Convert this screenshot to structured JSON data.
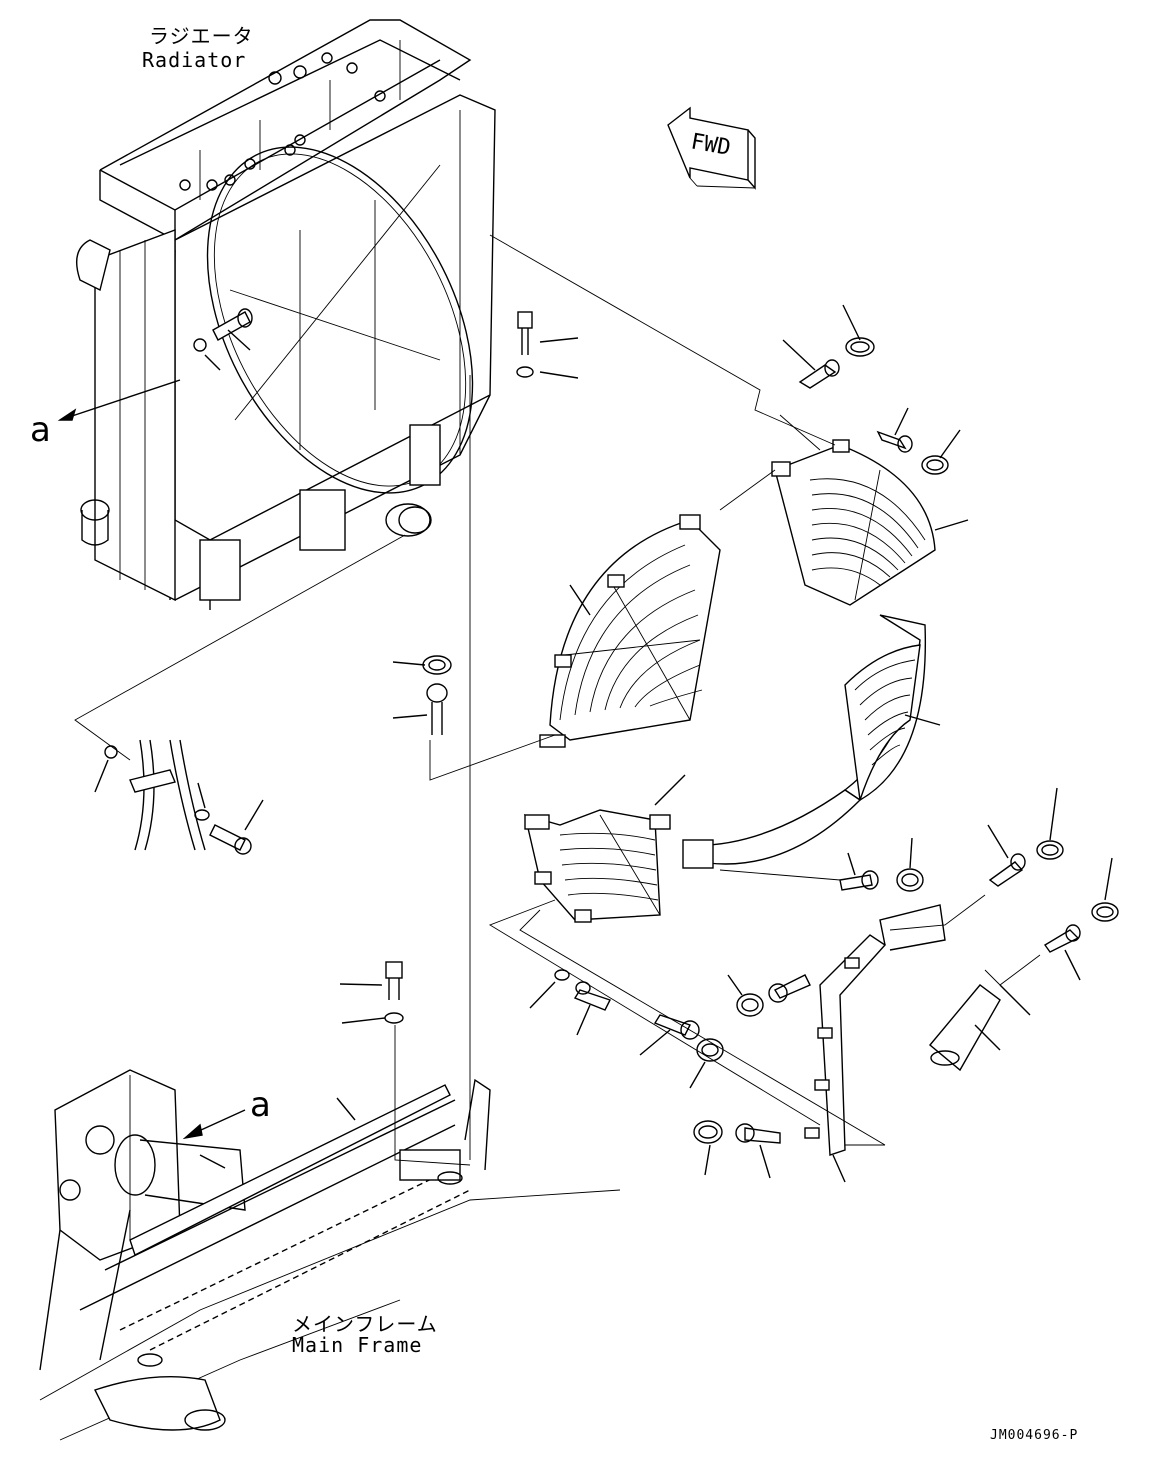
{
  "labels": {
    "radiator_jp": "ラジエータ",
    "radiator_en": "Radiator",
    "main_frame_jp": "メインフレーム",
    "main_frame_en": "Main Frame",
    "callout_a_top": "a",
    "callout_a_bottom": "a",
    "fwd": "FWD",
    "drawing_code": "JM004696-P"
  }
}
